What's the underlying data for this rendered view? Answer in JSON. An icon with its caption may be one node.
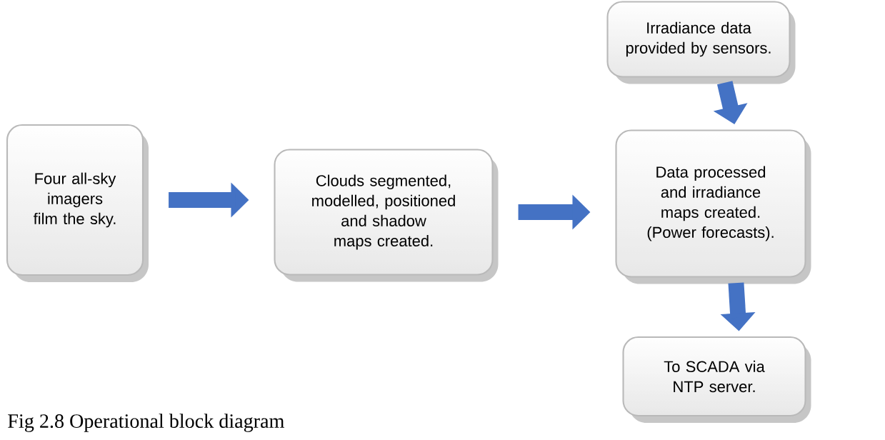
{
  "diagram": {
    "caption": "Fig 2.8 Operational block diagram",
    "nodes": [
      {
        "text": [
          "Four all-sky imagers film the sky."
        ]
      },
      {
        "text": [
          "Clouds segmented, modelled, positioned and shadow maps created."
        ]
      },
      {
        "text": [
          "Irradiance data provided by sensors."
        ]
      },
      {
        "text": [
          "Data processed and irradiance maps created. (Power forecasts)."
        ]
      },
      {
        "text": [
          "To SCADA via NTP server."
        ]
      }
    ],
    "edges": [
      {
        "from": 0,
        "to": 1,
        "arrow": "to"
      },
      {
        "from": 1,
        "to": 3,
        "arrow": "to"
      },
      {
        "from": 2,
        "to": 3,
        "arrow": "to"
      },
      {
        "from": 3,
        "to": 4,
        "arrow": "to"
      }
    ]
  }
}
